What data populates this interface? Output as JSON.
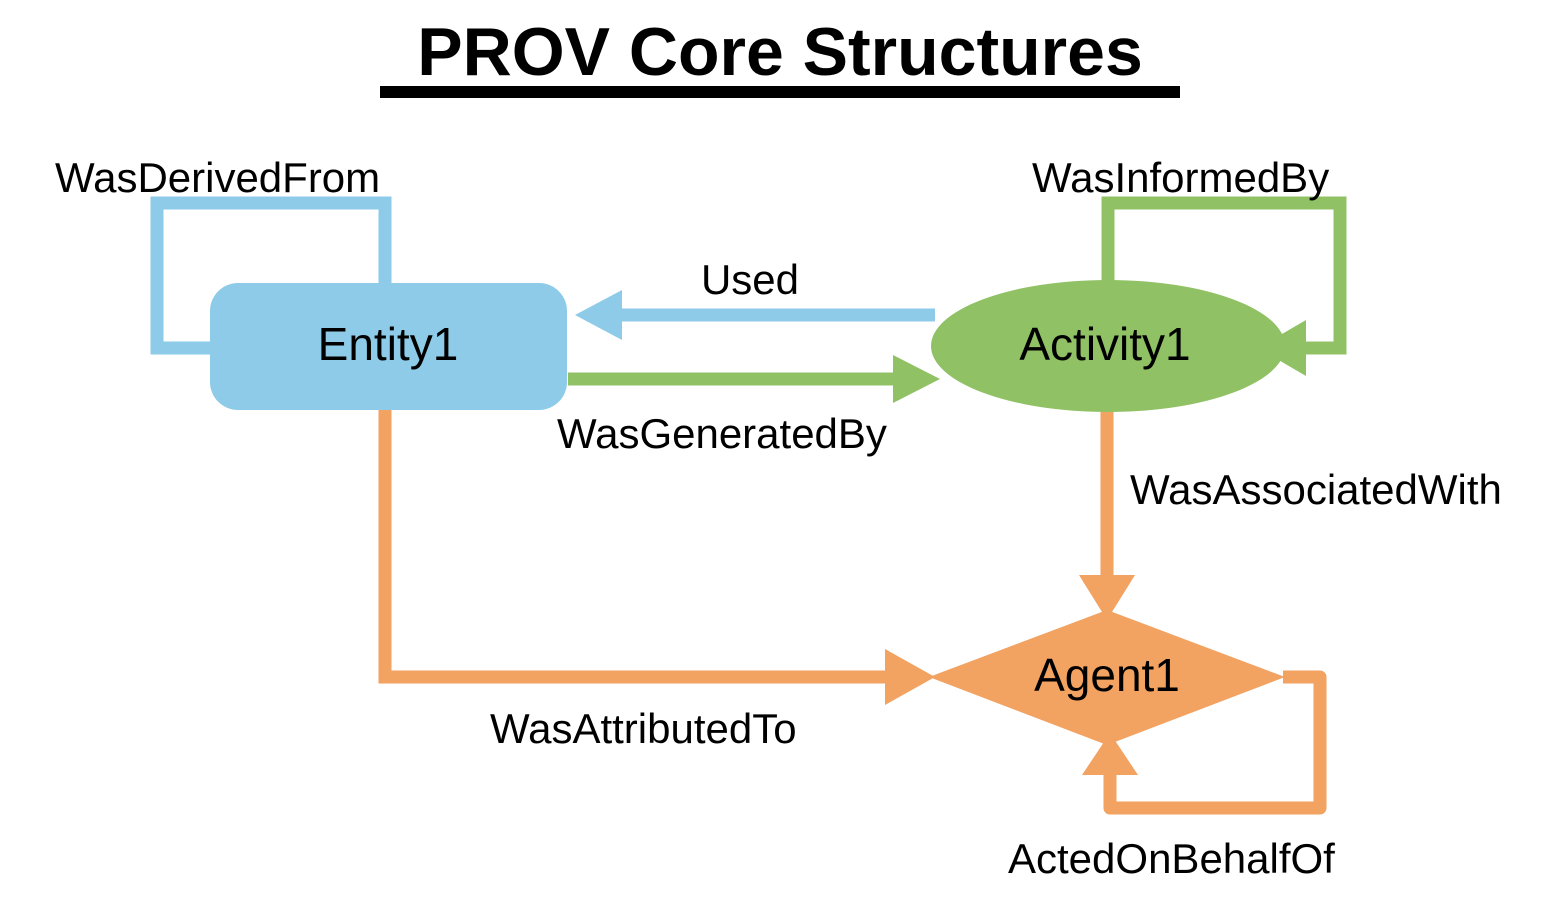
{
  "title": {
    "text": "PROV Core Structures",
    "underline": true
  },
  "colors": {
    "entity": "#8DCBE8",
    "activity": "#90C164",
    "agent": "#F2A261",
    "text": "#000000",
    "background": "#FFFFFF"
  },
  "nodes": [
    {
      "id": "entity1",
      "label": "Entity1",
      "shape": "rounded-rect",
      "color": "#8DCBE8"
    },
    {
      "id": "activity1",
      "label": "Activity1",
      "shape": "ellipse",
      "color": "#90C164"
    },
    {
      "id": "agent1",
      "label": "Agent1",
      "shape": "diamond",
      "color": "#F2A261"
    }
  ],
  "edges": [
    {
      "id": "wasderivedfrom",
      "label": "WasDerivedFrom",
      "from": "entity1",
      "to": "entity1",
      "color": "#8DCBE8",
      "kind": "self-loop"
    },
    {
      "id": "used",
      "label": "Used",
      "from": "activity1",
      "to": "entity1",
      "color": "#8DCBE8",
      "kind": "straight"
    },
    {
      "id": "wasgeneratedby",
      "label": "WasGeneratedBy",
      "from": "entity1",
      "to": "activity1",
      "color": "#90C164",
      "kind": "straight"
    },
    {
      "id": "wasinformedby",
      "label": "WasInformedBy",
      "from": "activity1",
      "to": "activity1",
      "color": "#90C164",
      "kind": "self-loop"
    },
    {
      "id": "wasassociatedwith",
      "label": "WasAssociatedWith",
      "from": "activity1",
      "to": "agent1",
      "color": "#F2A261",
      "kind": "straight"
    },
    {
      "id": "wasattributedto",
      "label": "WasAttributedTo",
      "from": "entity1",
      "to": "agent1",
      "color": "#F2A261",
      "kind": "elbow"
    },
    {
      "id": "actedonbehalfof",
      "label": "ActedOnBehalfOf",
      "from": "agent1",
      "to": "agent1",
      "color": "#F2A261",
      "kind": "self-loop"
    }
  ]
}
